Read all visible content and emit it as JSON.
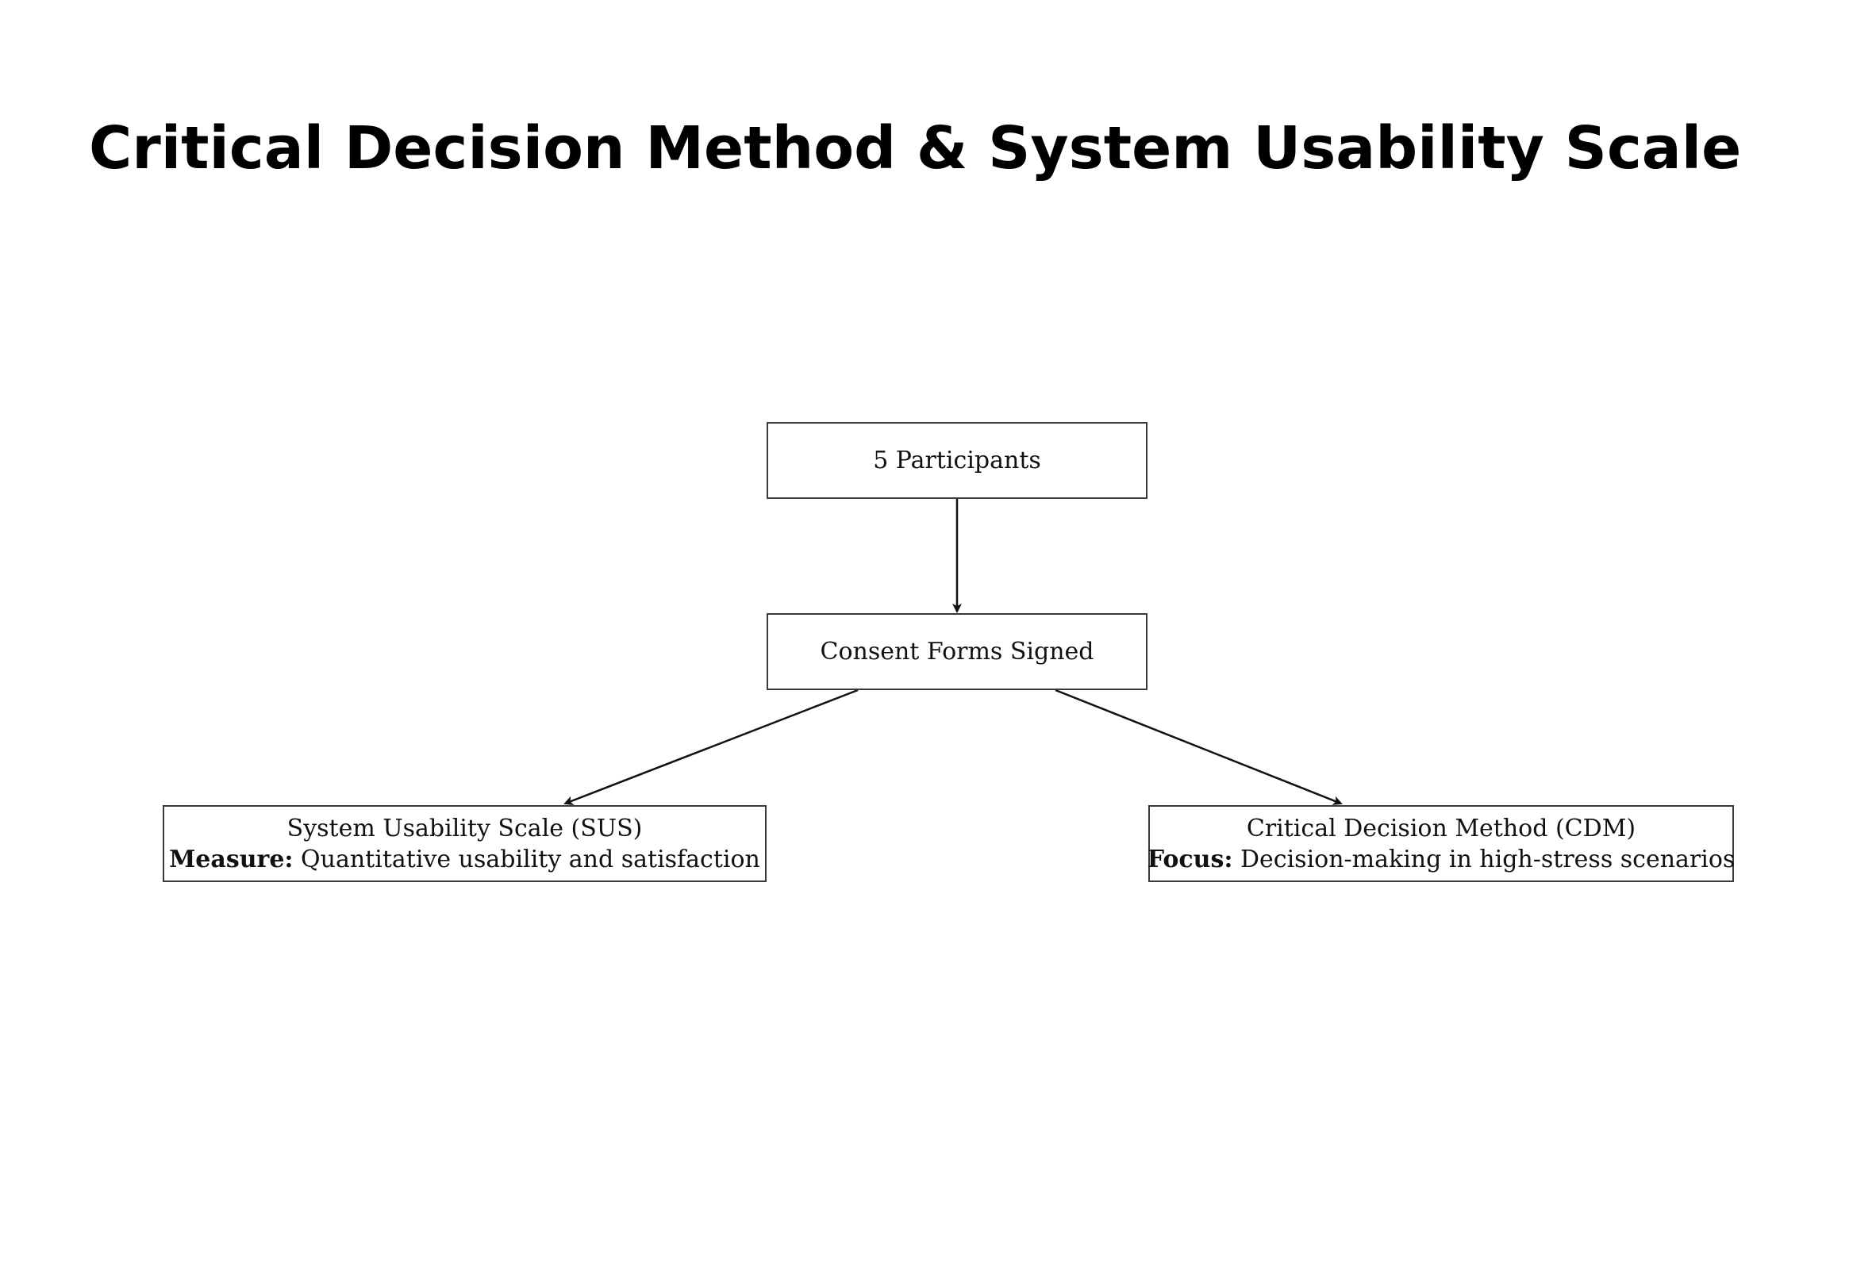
{
  "slide": {
    "title": "Critical Decision Method & System Usability Scale"
  },
  "diagram": {
    "nodes": {
      "participants": {
        "label": "5 Participants"
      },
      "consent": {
        "label": "Consent Forms Signed"
      },
      "sus": {
        "title": "System Usability Scale (SUS)",
        "detail_label": "Measure:",
        "detail_text": "Quantitative usability and satisfaction"
      },
      "cdm": {
        "title": "Critical Decision Method (CDM)",
        "detail_label": "Focus:",
        "detail_text": "Decision-making in high-stress scenarios"
      }
    },
    "edges": [
      {
        "from": "participants",
        "to": "consent"
      },
      {
        "from": "consent",
        "to": "sus"
      },
      {
        "from": "consent",
        "to": "cdm"
      }
    ],
    "colors": {
      "border": "#3a3a3a",
      "arrow": "#111111",
      "text": "#111111"
    }
  }
}
